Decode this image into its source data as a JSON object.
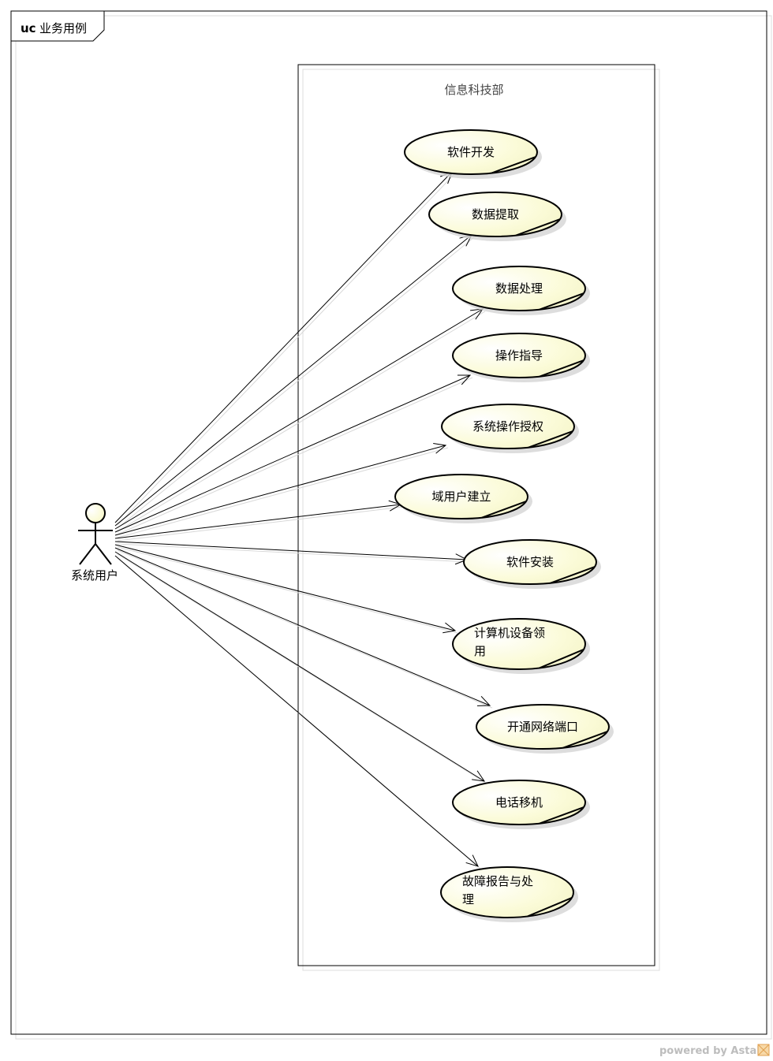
{
  "frame": {
    "keyword": "uc",
    "name": "业务用例"
  },
  "system": {
    "title": "信息科技部"
  },
  "actor": {
    "name": "系统用户"
  },
  "use_cases": [
    {
      "lines": [
        "软件开发"
      ]
    },
    {
      "lines": [
        "数据提取"
      ]
    },
    {
      "lines": [
        "数据处理"
      ]
    },
    {
      "lines": [
        "操作指导"
      ]
    },
    {
      "lines": [
        "系统操作授权"
      ]
    },
    {
      "lines": [
        "域用户建立"
      ]
    },
    {
      "lines": [
        "软件安装"
      ]
    },
    {
      "lines": [
        "计算机设备领",
        "用"
      ]
    },
    {
      "lines": [
        "开通网络端口"
      ]
    },
    {
      "lines": [
        "电话移机"
      ]
    },
    {
      "lines": [
        "故障报告与处",
        "理"
      ]
    }
  ],
  "footer": {
    "text": "powered by Astah"
  },
  "colors": {
    "usecase_fill": "#fbfbd8",
    "usecase_shadow": "#d4d4d4",
    "line": "#000000"
  }
}
